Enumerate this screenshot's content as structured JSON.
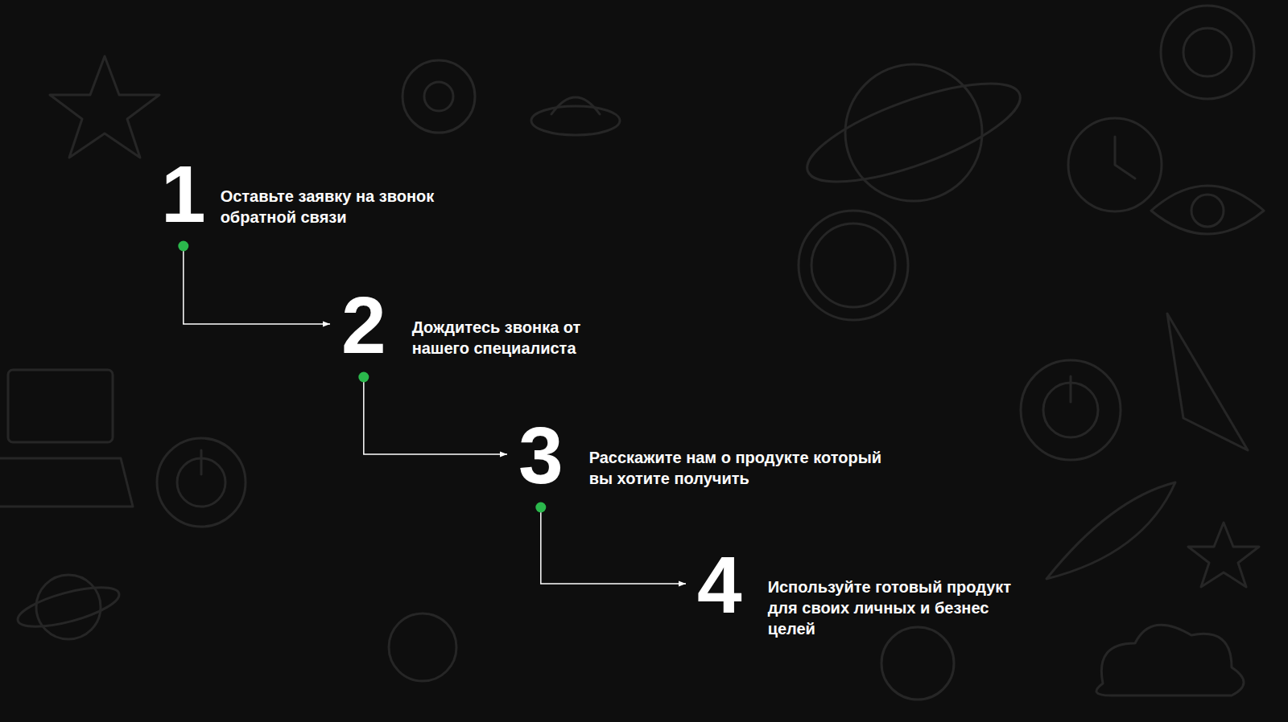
{
  "diagram": {
    "nodes": [
      {
        "text": [
          "1",
          "Оставьте заявку на звонок обратной связи"
        ]
      },
      {
        "text": [
          "2",
          "Дождитесь звонка от нашего специалиста"
        ]
      },
      {
        "text": [
          "3",
          "Расскажите нам о продукте который вы хотите получить"
        ]
      },
      {
        "text": [
          "4",
          "Используйте готовый продукт для своих личных и безнес целей"
        ]
      }
    ],
    "edges": [
      {
        "from": 0,
        "to": 1,
        "arrow": "to"
      },
      {
        "from": 1,
        "to": 2,
        "arrow": "to"
      },
      {
        "from": 2,
        "to": 3,
        "arrow": "to"
      }
    ]
  }
}
